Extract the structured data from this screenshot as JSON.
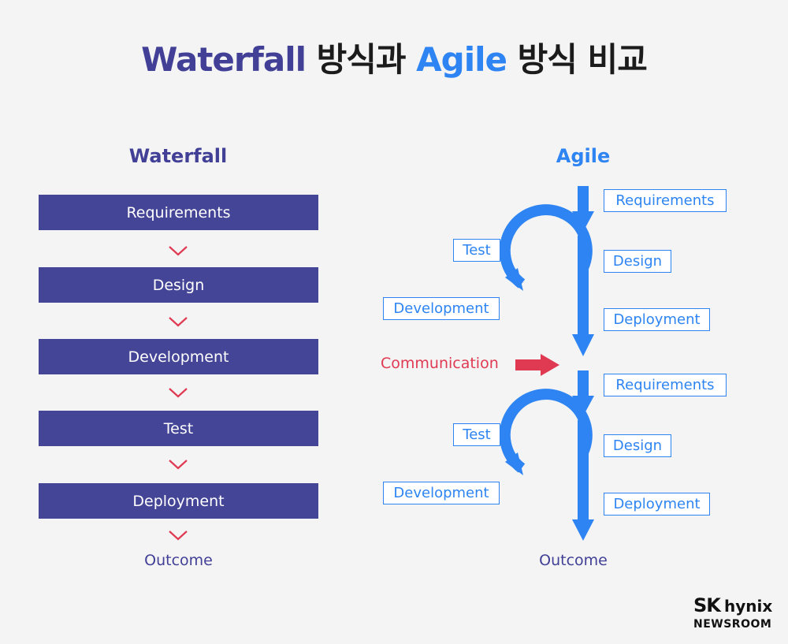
{
  "title": {
    "part1": "Waterfall",
    "part2": " 방식과 ",
    "part3": "Agile",
    "part4": " 방식 비교"
  },
  "waterfall": {
    "heading": "Waterfall",
    "steps": [
      "Requirements",
      "Design",
      "Development",
      "Test",
      "Deployment"
    ],
    "outcome": "Outcome"
  },
  "agile": {
    "heading": "Agile",
    "cycles": [
      {
        "requirements": "Requirements",
        "test": "Test",
        "design": "Design",
        "development": "Development",
        "deployment": "Deployment"
      },
      {
        "requirements": "Requirements",
        "test": "Test",
        "design": "Design",
        "development": "Development",
        "deployment": "Deployment"
      }
    ],
    "communication": "Communication",
    "outcome": "Outcome"
  },
  "logo": {
    "brand": "SK",
    "name": "hynix",
    "sub": "NEWSROOM"
  },
  "colors": {
    "waterfall": "#414096",
    "agile": "#2d84f2",
    "chevron": "#e03a52",
    "communication": "#e03a52"
  }
}
